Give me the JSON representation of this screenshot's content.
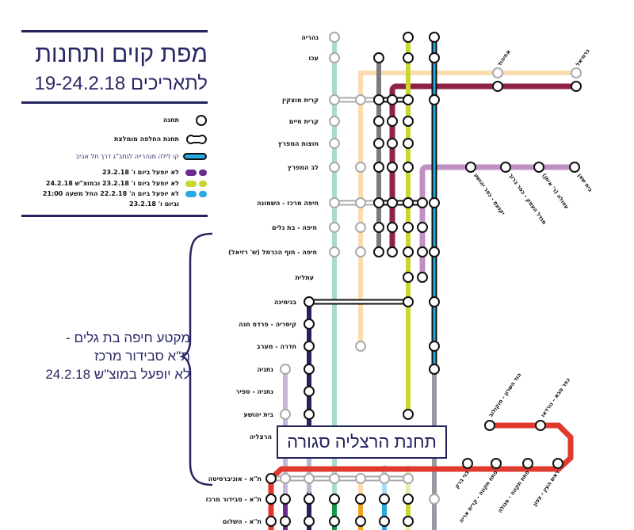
{
  "header": {
    "title": "מפת קוים ותחנות",
    "subtitle": "לתאריכים 19-24.2.18"
  },
  "legend": {
    "station": "תחנה",
    "interchange": "תחנת החלפה מומלצת",
    "night_line": "קו לילה מנהרייה לנתב\"ג דרך תל אביב",
    "purple": "לא יופעל ביום ו' 23.2.18",
    "lime": "לא יופעל ביום ו' 23.2.18 ובמוצ\"ש 24.2.18",
    "cyan_line1": "לא יופעל ביום ה' 22.2.18 החל משעה 21:00",
    "cyan_line2": "וביום ו' 23.2.18"
  },
  "colors": {
    "navy": "#24235e",
    "purple": "#6a2c91",
    "lime": "#c8d62e",
    "cyan": "#27a9e1",
    "red": "#e03a2f",
    "maroon": "#8f2343",
    "pink": "#c08fc4",
    "gray": "#7a7b7e",
    "teal": "#1f5f82"
  },
  "note": {
    "line1": "מקטע חיפה בת גלים -",
    "line2": "ת\"א סבידור מרכז",
    "line3": "לא יופעל במוצ\"ש 24.2.18"
  },
  "closed_notice": "תחנת הרצליה סגורה",
  "stations": {
    "nahariya": "נהריה",
    "akko": "עכו",
    "kiryat_motzkin": "קרית מוצקין",
    "kiryat_haim": "קרית חיים",
    "hutzot": "חוצות המפרץ",
    "lev_hamifratz": "לב המפרץ",
    "haifa_center": "חיפה מרכז - השמונה",
    "bat_galim": "חיפה - בת גלים",
    "hof_hacarmel": "חיפה - חוף הכרמל (ש' רזיאל)",
    "atlit": "עתלית",
    "binyamina": "בנימינה",
    "caesarea": "קיסריה - פרדס חנה",
    "hadera": "חדרה - מערב",
    "netanya": "נתניה",
    "netanya_sapir": "נתניה - ספיר",
    "beit_yehoshua": "בית יהושע",
    "herzliya": "הרצליה",
    "ta_university": "ת\"א - אוניברסיטה",
    "ta_savidor": "ת\"א - סבידור מרכז",
    "ta_hashalom": "ת\"א - השלום",
    "ahihud": "אחיהוד",
    "karmiel": "כרמיאל",
    "yokneam": "יקנעם - כפר יהושע",
    "migdal": "מגדל העמק - כפר ברוך",
    "afula": "עפולה (ר' איתן)",
    "beit_shean": "בית שאן",
    "hod_hasharon": "הוד השרון - סוקולוב",
    "kfar_saba": "כפר סבא - נורדאו",
    "bnei_brak": "בני ברק",
    "pt_kiryat_arye": "פתח תקווה - קרית אריה",
    "pt_segula": "פתח תקווה - סגולה",
    "rosh_haayin": "ראש העין - צפון"
  }
}
